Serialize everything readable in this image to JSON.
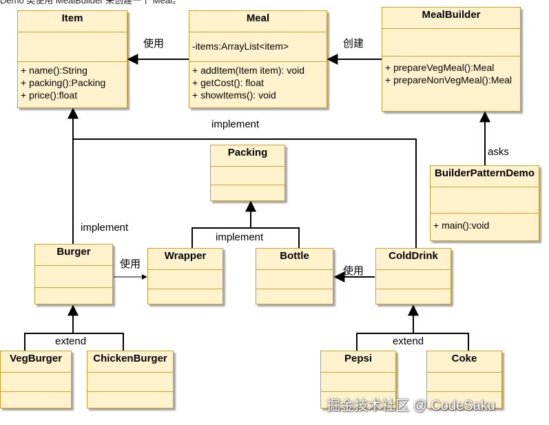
{
  "top_text": "Demo 类使用 MealBuilder 来创建一个 Meal。",
  "classes": {
    "item": {
      "name": "Item",
      "ops": [
        "+ name():String",
        "+ packing():Packing",
        "+ price():float"
      ]
    },
    "meal": {
      "name": "Meal",
      "attr": "-items:ArrayList<item>",
      "ops": [
        "+ addItem(Item item): void",
        "+ getCost(): float",
        "+ showItems(): void"
      ]
    },
    "mealbuilder": {
      "name": "MealBuilder",
      "ops": [
        "+ prepareVegMeal():Meal",
        "+ prepareNonVegMeal():Meal"
      ]
    },
    "packing": {
      "name": "Packing"
    },
    "demo": {
      "name": "BuilderPatternDemo",
      "ops": [
        "+ main():void"
      ]
    },
    "burger": {
      "name": "Burger"
    },
    "wrapper": {
      "name": "Wrapper"
    },
    "bottle": {
      "name": "Bottle"
    },
    "colddrink": {
      "name": "ColdDrink"
    },
    "vegburger": {
      "name": "VegBurger"
    },
    "chickenburger": {
      "name": "ChickenBurger"
    },
    "pepsi": {
      "name": "Pepsi"
    },
    "coke": {
      "name": "Coke"
    }
  },
  "labels": {
    "uses_item": "使用",
    "creates": "创建",
    "implement_top": "implement",
    "asks": "asks",
    "implement_burger": "implement",
    "implement_packing": "implement",
    "uses_wrapper": "使用",
    "uses_bottle": "使用",
    "extend_left": "extend",
    "extend_right": "extend"
  },
  "watermark": "掘金技术社区 @ CodeSaku",
  "colors": {
    "fill": "#fff2cc",
    "border": "#c9a227",
    "line": "#000000"
  }
}
